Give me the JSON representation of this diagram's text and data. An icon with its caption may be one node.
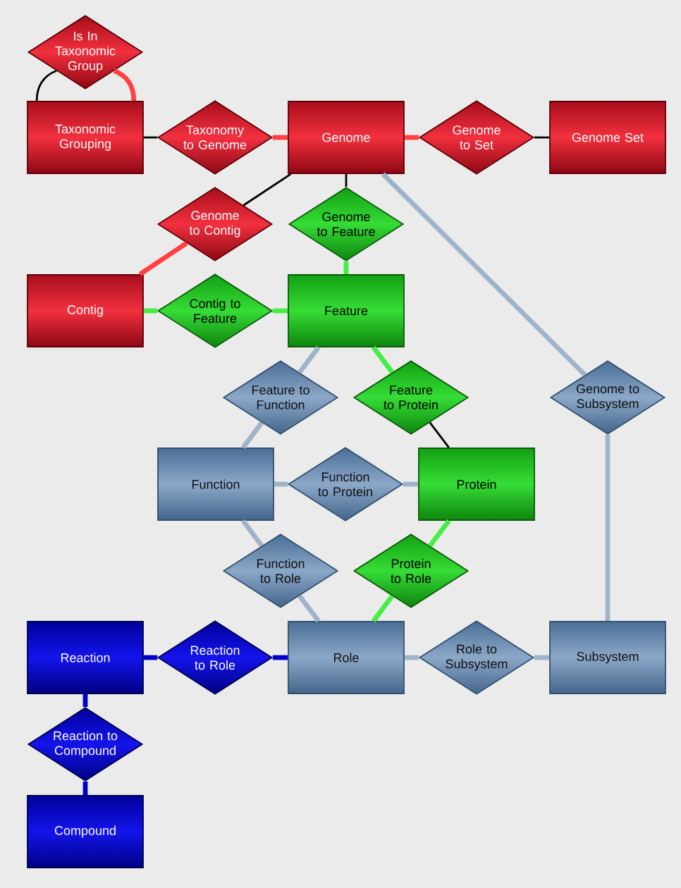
{
  "diagram": {
    "nodes": [
      {
        "text": [
          "Is In Taxonomic Group"
        ]
      },
      {
        "text": [
          "Taxonomic Grouping"
        ]
      },
      {
        "text": [
          "Taxonomy to Genome"
        ]
      },
      {
        "text": [
          "Genome"
        ]
      },
      {
        "text": [
          "Genome to Set"
        ]
      },
      {
        "text": [
          "Genome Set"
        ]
      },
      {
        "text": [
          "Genome to Contig"
        ]
      },
      {
        "text": [
          "Genome to Feature"
        ]
      },
      {
        "text": [
          "Contig"
        ]
      },
      {
        "text": [
          "Contig to Feature"
        ]
      },
      {
        "text": [
          "Feature"
        ]
      },
      {
        "text": [
          "Feature to Function"
        ]
      },
      {
        "text": [
          "Feature to Protein"
        ]
      },
      {
        "text": [
          "Genome to Subsystem"
        ]
      },
      {
        "text": [
          "Function"
        ]
      },
      {
        "text": [
          "Function to Protein"
        ]
      },
      {
        "text": [
          "Protein"
        ]
      },
      {
        "text": [
          "Function to Role"
        ]
      },
      {
        "text": [
          "Protein to Role"
        ]
      },
      {
        "text": [
          "Reaction"
        ]
      },
      {
        "text": [
          "Reaction to Role"
        ]
      },
      {
        "text": [
          "Role"
        ]
      },
      {
        "text": [
          "Role to Subsystem"
        ]
      },
      {
        "text": [
          "Subsystem"
        ]
      },
      {
        "text": [
          "Reaction to Compound"
        ]
      },
      {
        "text": [
          "Compound"
        ]
      }
    ],
    "edges": [
      {
        "from": 1,
        "to": 0,
        "arrow": "none",
        "color": "#000000"
      },
      {
        "from": 1,
        "to": 0,
        "arrow": "none",
        "color": "#ff4040"
      },
      {
        "from": 1,
        "to": 2,
        "arrow": "none",
        "color": "#000000"
      },
      {
        "from": 2,
        "to": 3,
        "arrow": "none",
        "color": "#ff4040"
      },
      {
        "from": 3,
        "to": 4,
        "arrow": "none",
        "color": "#ff4040"
      },
      {
        "from": 4,
        "to": 5,
        "arrow": "none",
        "color": "#000000"
      },
      {
        "from": 3,
        "to": 6,
        "arrow": "none",
        "color": "#000000"
      },
      {
        "from": 6,
        "to": 8,
        "arrow": "none",
        "color": "#ff4040"
      },
      {
        "from": 3,
        "to": 7,
        "arrow": "none",
        "color": "#000000"
      },
      {
        "from": 7,
        "to": 10,
        "arrow": "none",
        "color": "#44ee44"
      },
      {
        "from": 8,
        "to": 9,
        "arrow": "none",
        "color": "#44ee44"
      },
      {
        "from": 9,
        "to": 10,
        "arrow": "none",
        "color": "#44ee44"
      },
      {
        "from": 3,
        "to": 13,
        "arrow": "none",
        "color": "#9fb3c9"
      },
      {
        "from": 13,
        "to": 23,
        "arrow": "none",
        "color": "#9fb3c9"
      },
      {
        "from": 10,
        "to": 11,
        "arrow": "none",
        "color": "#9fb3c9"
      },
      {
        "from": 11,
        "to": 14,
        "arrow": "none",
        "color": "#9fb3c9"
      },
      {
        "from": 10,
        "to": 12,
        "arrow": "none",
        "color": "#44ee44"
      },
      {
        "from": 12,
        "to": 16,
        "arrow": "none",
        "color": "#000000"
      },
      {
        "from": 14,
        "to": 15,
        "arrow": "none",
        "color": "#9fb3c9"
      },
      {
        "from": 15,
        "to": 16,
        "arrow": "none",
        "color": "#9fb3c9"
      },
      {
        "from": 14,
        "to": 17,
        "arrow": "none",
        "color": "#9fb3c9"
      },
      {
        "from": 17,
        "to": 21,
        "arrow": "none",
        "color": "#9fb3c9"
      },
      {
        "from": 16,
        "to": 18,
        "arrow": "none",
        "color": "#44ee44"
      },
      {
        "from": 18,
        "to": 21,
        "arrow": "none",
        "color": "#44ee44"
      },
      {
        "from": 19,
        "to": 20,
        "arrow": "none",
        "color": "#0000cc"
      },
      {
        "from": 20,
        "to": 21,
        "arrow": "none",
        "color": "#0000cc"
      },
      {
        "from": 21,
        "to": 22,
        "arrow": "none",
        "color": "#9fb3c9"
      },
      {
        "from": 22,
        "to": 23,
        "arrow": "none",
        "color": "#9fb3c9"
      },
      {
        "from": 19,
        "to": 24,
        "arrow": "none",
        "color": "#0000cc"
      },
      {
        "from": 24,
        "to": 25,
        "arrow": "none",
        "color": "#0000cc"
      }
    ]
  }
}
